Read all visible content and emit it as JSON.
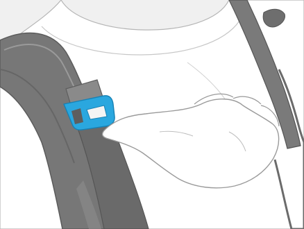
{
  "illustration": {
    "colors": {
      "background": "#f0f0f0",
      "body": "#ffffff",
      "outline": "#8c8c8c",
      "strap_dark": "#5b5b5b",
      "strap_mid": "#7a7a7a",
      "strap_light": "#a9a9a9",
      "buckle": "#2aa7df",
      "buckle_dark": "#1781b4"
    },
    "icons": [
      "shoulder-strap",
      "strap-buckle",
      "hand",
      "torso"
    ]
  }
}
